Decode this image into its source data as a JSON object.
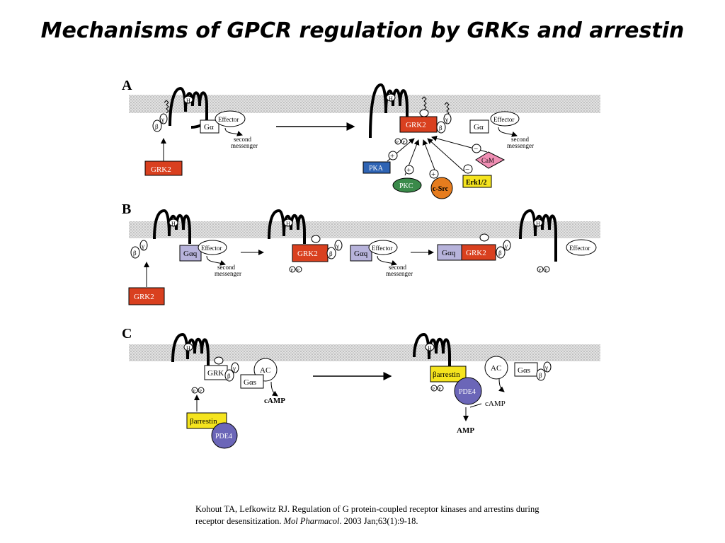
{
  "title": "Mechanisms of GPCR regulation by GRKs and arrestin",
  "panels": {
    "a": {
      "label": "A",
      "effector": "Effector",
      "g_alpha": "Gα",
      "second_messenger_1": "second",
      "second_messenger_2": "messenger",
      "grk2": "GRK2",
      "h": "H",
      "beta": "β",
      "gamma": "γ",
      "p": "P",
      "plus": "+",
      "minus": "−",
      "pka": "PKA",
      "pkc": "PKC",
      "csrc": "c-Src",
      "erk": "Erk1/2",
      "cam": "CaM",
      "colors": {
        "grk2": "#d9401f",
        "pka": "#2f64b4",
        "pkc": "#3a8a4a",
        "csrc": "#e67c1e",
        "erk": "#f5e41e",
        "cam": "#f08fb4"
      }
    },
    "b": {
      "label": "B",
      "effector": "Effector",
      "g_alpha_q": "Gαq",
      "grk2": "GRK2",
      "second_messenger_1": "second",
      "second_messenger_2": "messenger",
      "colors": {
        "gaq": "#b7b3db"
      }
    },
    "c": {
      "label": "C",
      "grk": "GRK",
      "ac": "AC",
      "g_alpha_s": "Gαs",
      "camp": "cAMP",
      "camp_2": "cAMP",
      "barrestin": "βarrestin",
      "pde4": "PDE4",
      "amp": "AMP",
      "colors": {
        "barrestin": "#f5e41e",
        "pde4": "#6b66b8"
      }
    }
  },
  "citation": {
    "authors": "Kohout TA, Lefkowitz RJ. Regulation of G protein-coupled receptor kinases and arrestins during receptor desensitization.",
    "journal": "Mol Pharmacol",
    "details": ". 2003 Jan;63(1):9-18."
  }
}
